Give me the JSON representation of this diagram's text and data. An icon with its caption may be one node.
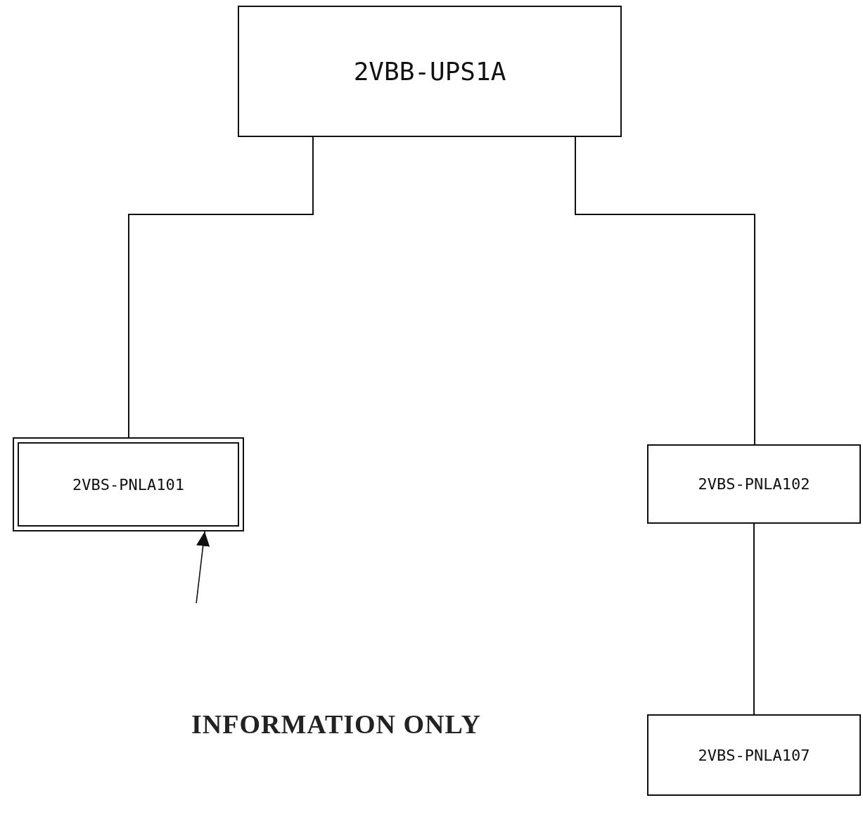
{
  "diagram": {
    "nodes": [
      {
        "text": [
          "2VBB-UPS1A"
        ]
      },
      {
        "text": [
          "2VBS-PNLA101"
        ]
      },
      {
        "text": [
          "2VBS-PNLA102"
        ]
      },
      {
        "text": [
          "2VBS-PNLA107"
        ]
      }
    ],
    "edges": [
      {
        "from": 0,
        "to": 1,
        "arrow": "none"
      },
      {
        "from": 0,
        "to": 2,
        "arrow": "none"
      },
      {
        "from": 2,
        "to": 3,
        "arrow": "none"
      },
      {
        "from": null,
        "to": 1,
        "arrow": "to"
      }
    ],
    "labels": [
      "INFORMATION ONLY"
    ]
  }
}
